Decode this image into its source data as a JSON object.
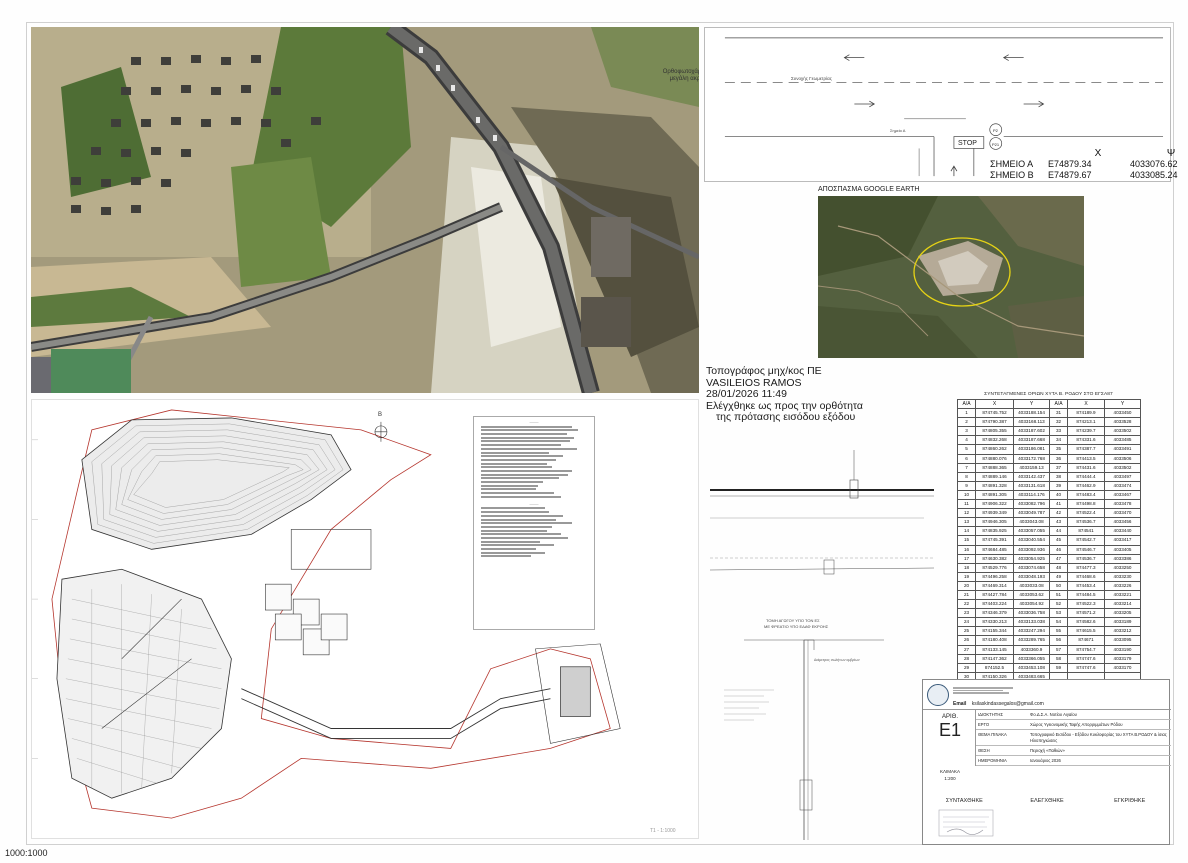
{
  "aerial": {
    "caption": "Ορθοφωτοχάρτης για μεγάλη ακρίβεια"
  },
  "signage": {
    "road_label": "Συνοχής Γεωμετρίας",
    "stop_label": "STOP",
    "sign_p2": "P2",
    "sign_p21": "P21",
    "point_label": "Σημείο Α",
    "coords": {
      "head_x": "X",
      "head_y": "Ψ",
      "rows": [
        {
          "name": "ΣΗΜΕΙΟ Α",
          "x": "E74879.34",
          "y": "4033076.62"
        },
        {
          "name": "ΣΗΜΕΙΟ Β",
          "x": "E74879.67",
          "y": "4033085.24"
        }
      ]
    }
  },
  "google_earth": {
    "title": "ΑΠΟΣΠΑΣΜΑ GOOGLE EARTH"
  },
  "surveyor": {
    "line1": "Τοπογράφος μηχ/κος ΠΕ",
    "line2": "VASILEIOS RAMOS",
    "line3": "28/01/2026 11:49",
    "line4": "Ελέγχθηκε ως προς την ορθότητα",
    "line5": "της πρότασης εισόδου εξόδου"
  },
  "plan": {
    "north": "B",
    "sheet_note": "Τ1 - 1:1000"
  },
  "sections": {
    "section_title_1": "ΤΟΜΗ ΑΓΩΓΟΥ ΥΠΟ ΤΟΝ ΕΣ",
    "section_title_2": "ΜΕ ΦΡΕΑΤΙΟ ΥΠΟ ΕΔΑΦ ΕΚΡΟΗΣ",
    "note": "Διάμετρος σωλήνων ομβρίων"
  },
  "points_table": {
    "title": "ΣΥΝΤΕΤΑΓΜΕΝΕΣ ΟΡΙΩΝ ΧΥΤΑ Β. ΡΟΔΟΥ ΣΤΟ ΕΓΣΑ87",
    "headers": [
      "Α/Α",
      "Χ",
      "Υ",
      "Α/Α",
      "Χ",
      "Υ"
    ],
    "rows": [
      [
        "1",
        "874745.752",
        "4033188.154",
        "31",
        "874189.9",
        "4033450"
      ],
      [
        "2",
        "874790.387",
        "4033168.113",
        "32",
        "874213.1",
        "4033528"
      ],
      [
        "3",
        "874805.355",
        "4033187.602",
        "33",
        "874239.7",
        "4033502"
      ],
      [
        "4",
        "874832.268",
        "4033187.668",
        "34",
        "874331.6",
        "4033485"
      ],
      [
        "5",
        "874860.262",
        "4033186.081",
        "35",
        "874387.7",
        "4033491"
      ],
      [
        "6",
        "874880.076",
        "4033172.768",
        "36",
        "874413.5",
        "4033506"
      ],
      [
        "7",
        "874888.365",
        "4033159.13",
        "37",
        "874431.6",
        "4033502"
      ],
      [
        "8",
        "874889.146",
        "4033142.437",
        "38",
        "874444.4",
        "4033497"
      ],
      [
        "9",
        "874891.328",
        "4033131.618",
        "39",
        "874462.9",
        "4033474"
      ],
      [
        "10",
        "874891.305",
        "4033114.176",
        "40",
        "874483.4",
        "4033467"
      ],
      [
        "11",
        "874906.322",
        "4033082.796",
        "41",
        "874498.8",
        "4033478"
      ],
      [
        "12",
        "874939.349",
        "4033049.787",
        "42",
        "874522.4",
        "4033470"
      ],
      [
        "13",
        "874946.305",
        "4033043.08",
        "43",
        "874536.7",
        "4033456"
      ],
      [
        "14",
        "874835.925",
        "4033057.055",
        "44",
        "874541",
        "4033440"
      ],
      [
        "15",
        "874745.391",
        "4033040.554",
        "45",
        "874542.7",
        "4033417"
      ],
      [
        "16",
        "874684.485",
        "4033092.936",
        "46",
        "874546.7",
        "4033405"
      ],
      [
        "17",
        "874630.382",
        "4033054.925",
        "47",
        "874536.7",
        "4033386"
      ],
      [
        "18",
        "874529.776",
        "4033074.658",
        "48",
        "874477.3",
        "4033250"
      ],
      [
        "19",
        "874496.258",
        "4033048.193",
        "49",
        "874468.6",
        "4033230"
      ],
      [
        "20",
        "874469.314",
        "4033033.08",
        "50",
        "874453.4",
        "4033226"
      ],
      [
        "21",
        "874427.784",
        "4033053.62",
        "51",
        "874484.5",
        "4033221"
      ],
      [
        "22",
        "874403.224",
        "4033054.92",
        "52",
        "874522.3",
        "4033214"
      ],
      [
        "23",
        "874346.379",
        "4033036.758",
        "53",
        "874571.2",
        "4033205"
      ],
      [
        "24",
        "874330.213",
        "4033133.038",
        "54",
        "874582.6",
        "4033189"
      ],
      [
        "25",
        "874155.344",
        "4033247.294",
        "55",
        "874615.5",
        "4033212"
      ],
      [
        "26",
        "874180.408",
        "4033289.765",
        "56",
        "874671",
        "4033095"
      ],
      [
        "27",
        "874133.145",
        "4033360.9",
        "57",
        "874754.7",
        "4033190"
      ],
      [
        "28",
        "874147.362",
        "4033366.055",
        "58",
        "874747.6",
        "4033179"
      ],
      [
        "29",
        "874152.5",
        "4033453.108",
        "59",
        "874747.6",
        "4033170"
      ],
      [
        "30",
        "874150.326",
        "4033483.665",
        "",
        "",
        " "
      ]
    ]
  },
  "title_block": {
    "email_label": "Email",
    "email": "ksilaskindassegalos@gmail.com",
    "number_label": "ΑΡΙΘ.",
    "number": "E1",
    "scale_label": "ΚΛΙΜΑΚΑ",
    "scale": "1:200",
    "fields": [
      {
        "label": "ΙΔΙΟΚΤΗΤΗΣ",
        "value": "Φο.Δ.Σ.Α. Νοτίου Αιγαίου"
      },
      {
        "label": "ΕΡΓΟ",
        "value": "Χώρος Υγειονομικής Ταφής Απορριμμάτων Ρόδου"
      },
      {
        "label": "ΘΕΜΑ ΠΙΝΑΚΑ",
        "value": "Τοπογραφικό Εισόδου - Εξόδου Κυκλοφορίας του ΧΥΤΑ Β.ΡΟΔΟΥ & ίσιας Ηλιοπηγιώσεις"
      },
      {
        "label": "ΘΕΣΗ",
        "value": "Περιοχή «Παθιών»"
      },
      {
        "label": "ΗΜΕΡΟΜΗΝΙΑ",
        "value": "Ιανουάριος 2026"
      }
    ],
    "sig_drawn": "ΣΥΝΤΑΧΘΗΚΕ",
    "sig_checked": "ΕΛΕΓΧΘΗΚΕ",
    "sig_approved": "ΕΓΚΡΙΘΗΚΕ"
  },
  "footer_scale": "1000:1000"
}
